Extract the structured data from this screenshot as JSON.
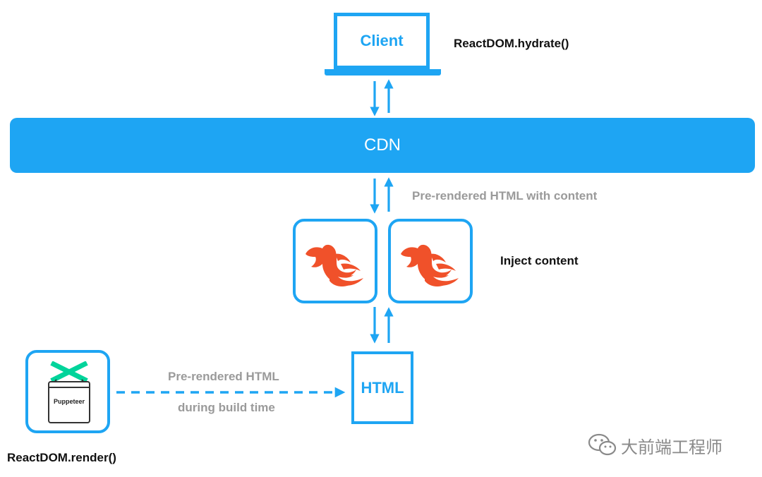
{
  "client": {
    "label": "Client",
    "method": "ReactDOM.hydrate()"
  },
  "cdn": {
    "label": "CDN"
  },
  "labels": {
    "prerendered_with_content": "Pre-rendered HTML with content",
    "inject_content": "Inject content",
    "prerendered_html": "Pre-rendered HTML",
    "during_build_time": "during build time",
    "render_method": "ReactDOM.render()"
  },
  "html_box": {
    "label": "HTML"
  },
  "puppeteer": {
    "label": "Puppeteer"
  },
  "watermark": {
    "text": "大前端工程师"
  },
  "icons": [
    "laptop-icon",
    "phoenix-logo-icon",
    "puppeteer-logo-icon",
    "wechat-icon"
  ],
  "colors": {
    "accent": "#1ea5f3",
    "phoenix": "#f0512a",
    "puppeteer": "#01d49b",
    "gray_text": "#9a9a9a"
  }
}
